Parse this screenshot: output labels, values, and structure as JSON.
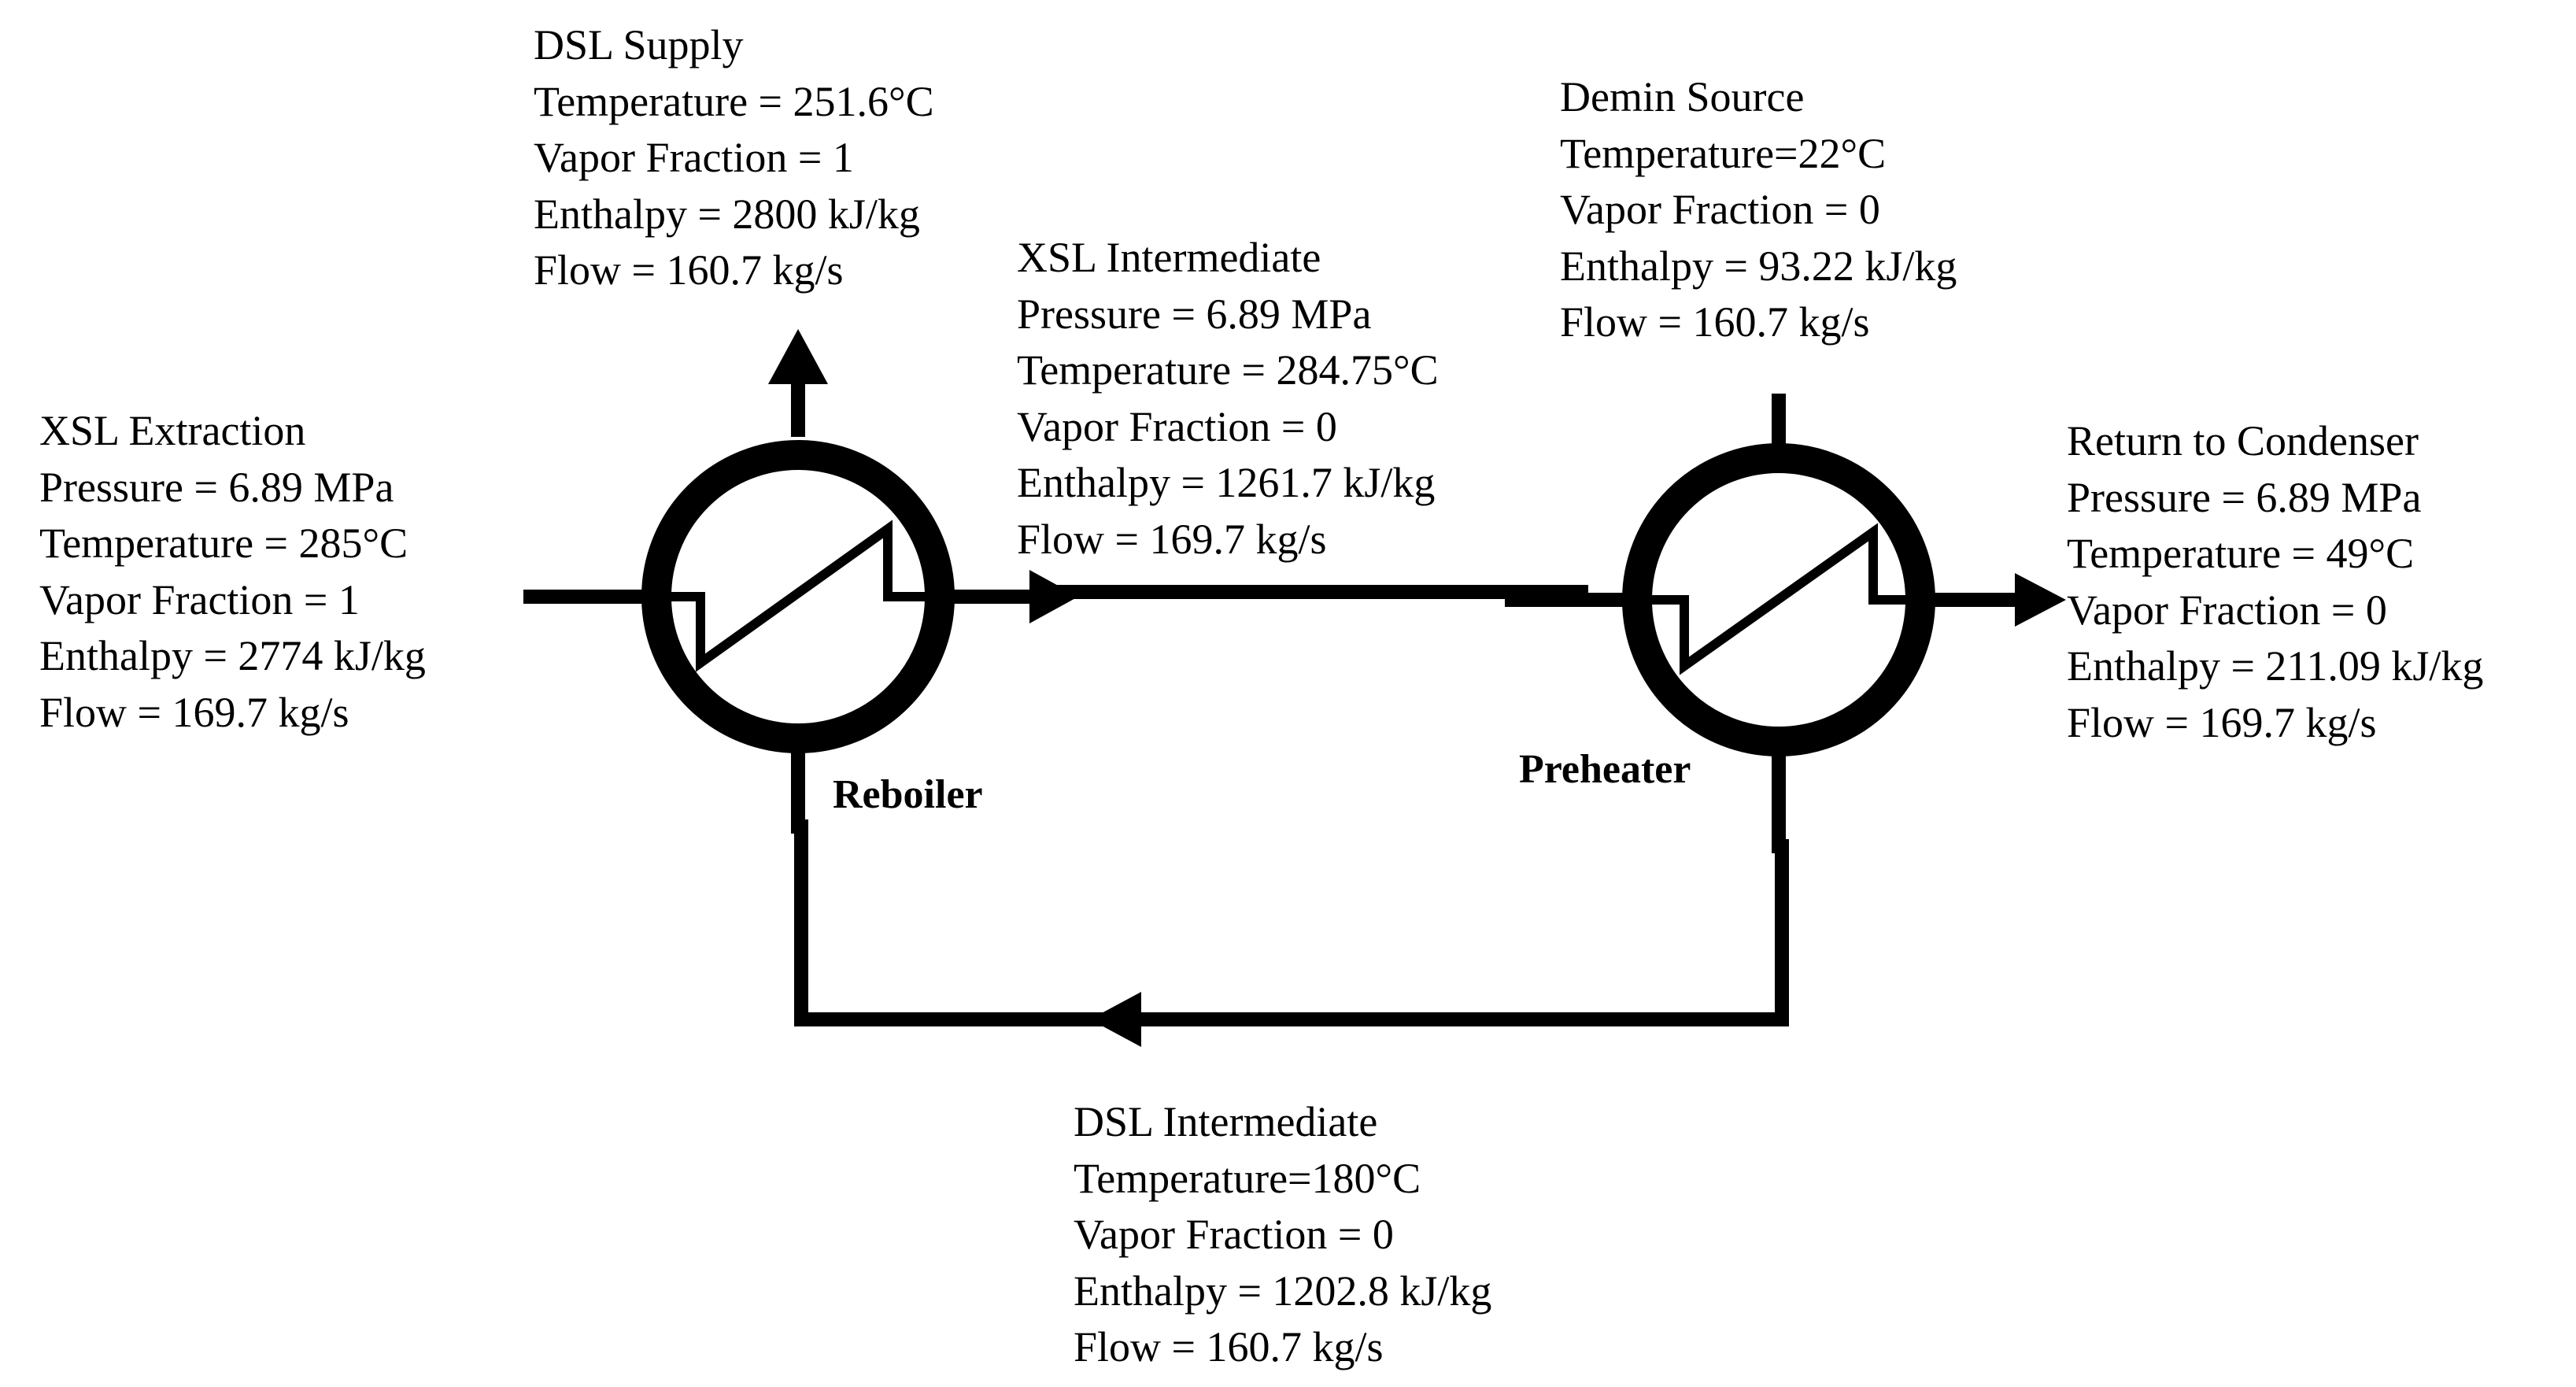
{
  "streams": {
    "dsl_supply": {
      "name": "DSL Supply",
      "lines": [
        "Temperature = 251.6°C",
        "Vapor Fraction = 1",
        "Enthalpy = 2800 kJ/kg",
        "Flow = 160.7 kg/s"
      ]
    },
    "demin_source": {
      "name": "Demin Source",
      "lines": [
        "Temperature=22°C",
        "Vapor Fraction = 0",
        "Enthalpy = 93.22 kJ/kg",
        "Flow = 160.7 kg/s"
      ]
    },
    "xsl_intermediate": {
      "name": "XSL Intermediate",
      "lines": [
        "Pressure = 6.89 MPa",
        "Temperature = 284.75°C",
        "Vapor Fraction = 0",
        "Enthalpy = 1261.7 kJ/kg",
        "Flow = 169.7 kg/s"
      ]
    },
    "xsl_extraction": {
      "name": "XSL Extraction",
      "lines": [
        "Pressure = 6.89 MPa",
        "Temperature = 285°C",
        "Vapor Fraction = 1",
        "Enthalpy = 2774 kJ/kg",
        "Flow = 169.7 kg/s"
      ]
    },
    "return_to_condenser": {
      "name": "Return to Condenser",
      "lines": [
        "Pressure = 6.89 MPa",
        "Temperature = 49°C",
        "Vapor Fraction = 0",
        "Enthalpy = 211.09 kJ/kg",
        "Flow = 169.7 kg/s"
      ]
    },
    "dsl_intermediate": {
      "name": "DSL Intermediate",
      "lines": [
        "Temperature=180°C",
        "Vapor Fraction = 0",
        "Enthalpy = 1202.8 kJ/kg",
        "Flow = 160.7 kg/s"
      ]
    }
  },
  "units": {
    "reboiler": "Reboiler",
    "preheater": "Preheater"
  },
  "colors": {
    "line": "#000000",
    "background": "#ffffff"
  }
}
